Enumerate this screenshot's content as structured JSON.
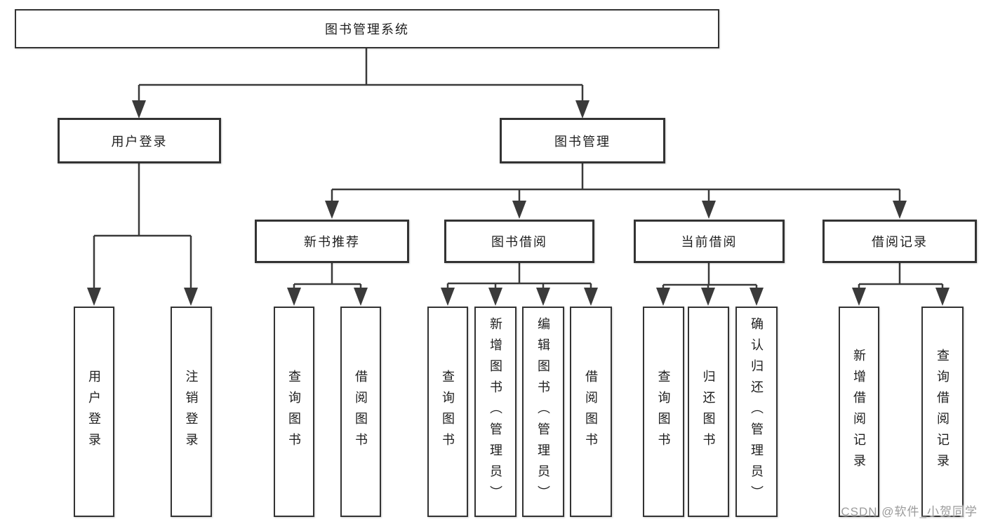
{
  "colors": {
    "background": "#ffffff",
    "line": "#3a3a3a",
    "box_border": "#333333",
    "text": "#1e1e1e",
    "watermark_text": "#9b9b9b"
  },
  "nodes": {
    "root": "图书管理系统",
    "user_login": "用户登录",
    "book_management": "图书管理",
    "new_book_recommend": "新书推荐",
    "book_borrow": "图书借阅",
    "current_borrow": "当前借阅",
    "borrow_records": "借阅记录",
    "leaf_user_login": "用户登录",
    "leaf_logout": "注销登录",
    "leaf_rec_query_books": "查询图书",
    "leaf_rec_borrow_books": "借阅图书",
    "leaf_bb_query_books": "查询图书",
    "leaf_bb_add_books_admin": "新增图书（管理员）",
    "leaf_bb_edit_books_admin": "编辑图书（管理员）",
    "leaf_bb_borrow_books": "借阅图书",
    "leaf_cb_query_books": "查询图书",
    "leaf_cb_return_books": "归还图书",
    "leaf_cb_confirm_return_admin": "确认归还（管理员）",
    "leaf_br_add_record": "新增借阅记录",
    "leaf_br_query_record": "查询借阅记录"
  },
  "watermark": "CSDN @软件_小贺同学"
}
